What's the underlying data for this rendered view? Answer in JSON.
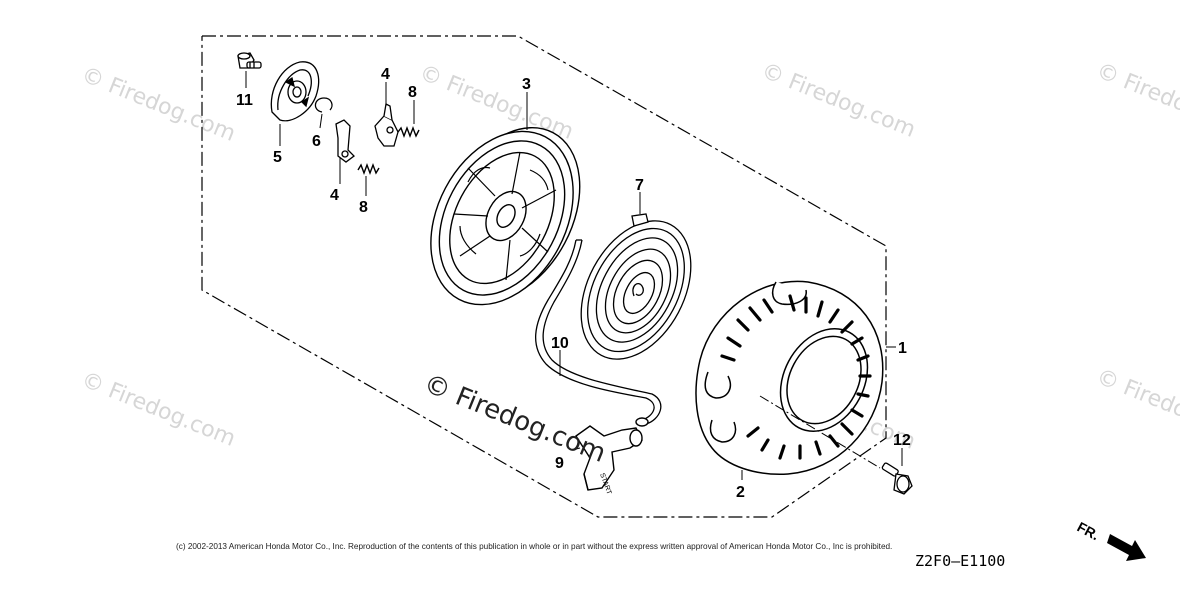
{
  "diagram": {
    "callouts": {
      "c1": "1",
      "c2": "2",
      "c3": "3",
      "c4a": "4",
      "c4b": "4",
      "c5": "5",
      "c6": "6",
      "c7": "7",
      "c8a": "8",
      "c8b": "8",
      "c9": "9",
      "c10": "10",
      "c11": "11",
      "c12": "12"
    },
    "handle_label": "START",
    "direction_label": "FR.",
    "copyright": "(c) 2002-2013 American Honda Motor Co., Inc. Reproduction of the contents of this publication in whole or in part without the express written approval of American Honda Motor Co., Inc is prohibited.",
    "diagram_code": "Z2F0—E1100",
    "watermark": "© Firedog.com"
  }
}
